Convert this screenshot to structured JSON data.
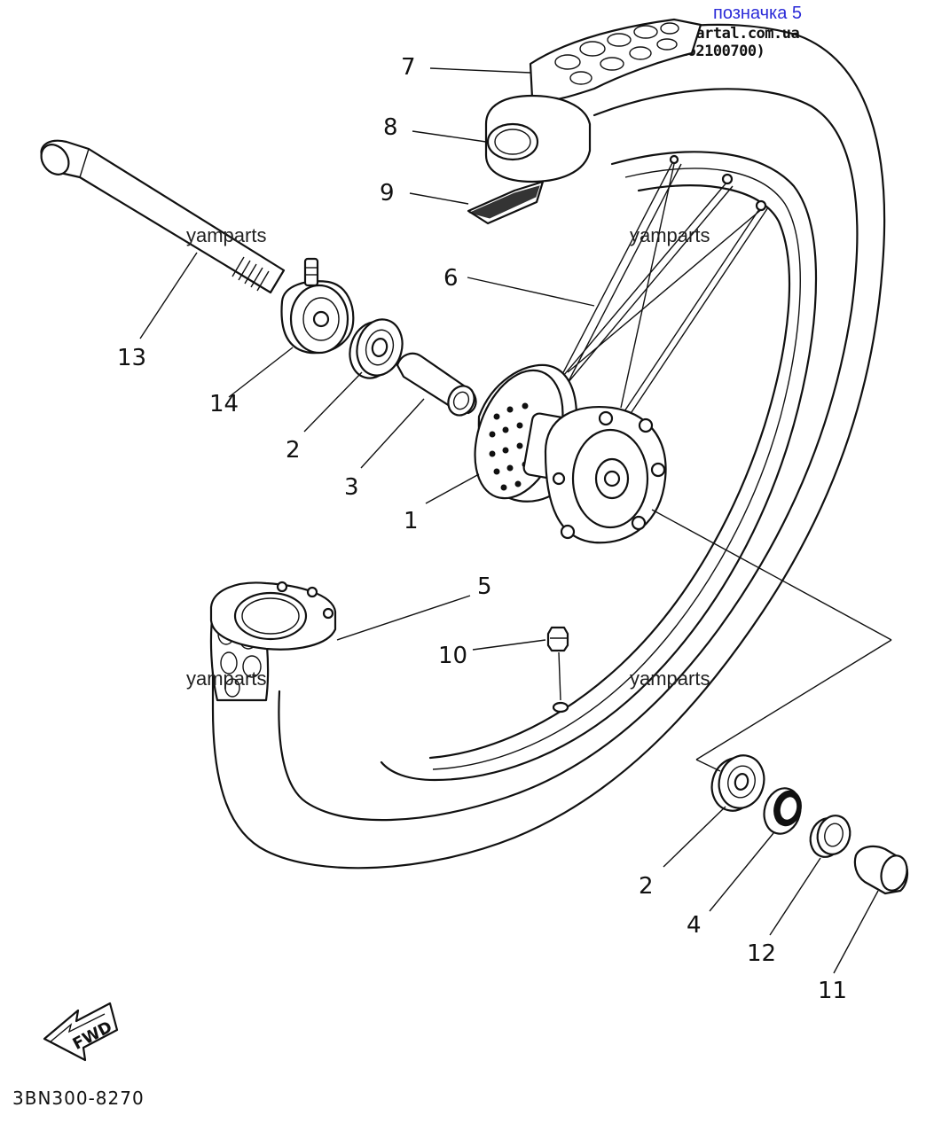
{
  "header": {
    "link_text": "позначка 5",
    "site_text": "motokvartal.com.ua (944162100700)"
  },
  "watermarks": [
    "yamparts",
    "yamparts",
    "yamparts",
    "yamparts"
  ],
  "callouts": [
    "7",
    "8",
    "9",
    "6",
    "13",
    "14",
    "2",
    "3",
    "1",
    "5",
    "10",
    "2",
    "4",
    "12",
    "11"
  ],
  "fwd_label": "FWD",
  "diagram_code": "3BN300-8270"
}
